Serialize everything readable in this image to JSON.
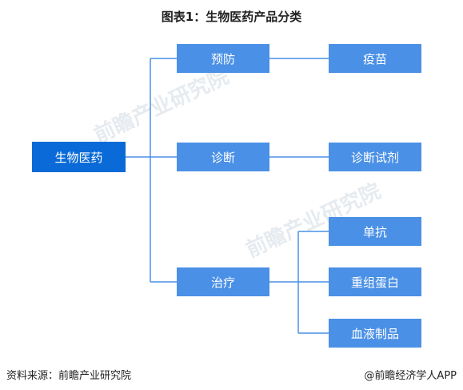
{
  "title": "图表1：生物医药产品分类",
  "root": {
    "label": "生物医药"
  },
  "categories": [
    {
      "label": "预防",
      "children": [
        {
          "label": "疫苗"
        }
      ]
    },
    {
      "label": "诊断",
      "children": [
        {
          "label": "诊断试剂"
        }
      ]
    },
    {
      "label": "治疗",
      "children": [
        {
          "label": "单抗"
        },
        {
          "label": "重组蛋白"
        },
        {
          "label": "血液制品"
        }
      ]
    }
  ],
  "footer": {
    "source": "资料来源：前瞻产业研究院",
    "credit": "@前瞻经济学人APP"
  },
  "watermark": {
    "text": "前瞻产业研究院"
  },
  "colors": {
    "root": "#0a6ad8",
    "node": "#4a90e6",
    "line": "#4a90e6"
  }
}
